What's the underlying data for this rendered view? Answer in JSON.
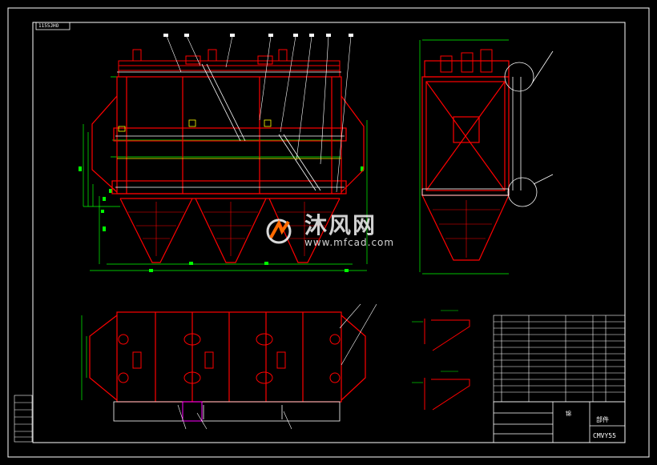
{
  "drawing": {
    "corner_tag": "1155JHO",
    "title_block": {
      "drawing_no": "CMVY55 ",
      "part_name": "部件",
      "material_mark": "锦"
    }
  },
  "watermark": {
    "site_cn": "沐风网",
    "site_url": "www.mfcad.com"
  },
  "colors": {
    "frame": "#ffffff",
    "structure": "#ff0000",
    "dimensions": "#00ff00",
    "accent": "#ffff00",
    "highlight": "#ff00ff",
    "background": "#000000"
  }
}
